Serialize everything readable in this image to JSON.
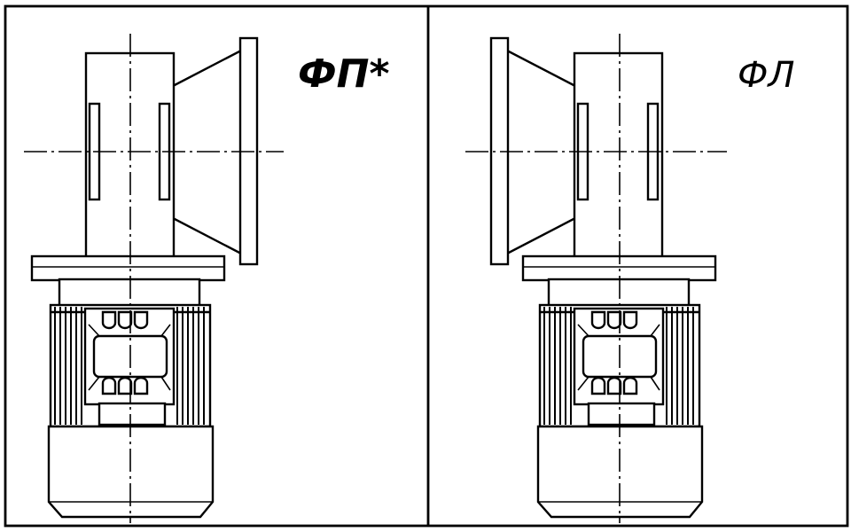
{
  "panels": [
    {
      "id": "left",
      "label": "ФП*",
      "label_weight": "bold",
      "flange_side": "right"
    },
    {
      "id": "right",
      "label": "ФЛ",
      "label_weight": "normal",
      "flange_side": "left"
    }
  ],
  "colors": {
    "line": "#000000",
    "background": "#ffffff"
  }
}
